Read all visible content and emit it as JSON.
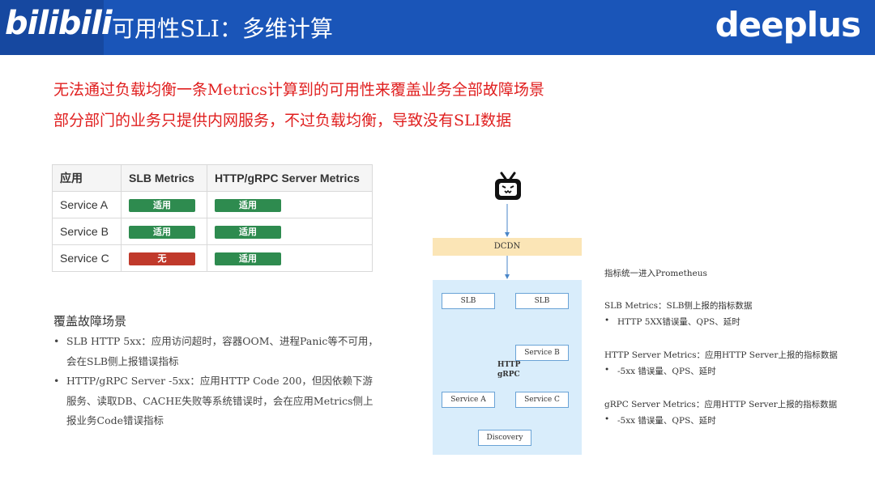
{
  "header": {
    "logo": "bilibili",
    "title": "可用性SLI：多维计算",
    "brand": "deeplus",
    "background_color": "#1a55b8"
  },
  "intro": [
    "无法通过负载均衡一条Metrics计算到的可用性来覆盖业务全部故障场景",
    "部分部门的业务只提供内网服务，不过负载均衡，导致没有SLI数据"
  ],
  "table": {
    "headers": [
      "应用",
      "SLB Metrics",
      "HTTP/gRPC Server Metrics"
    ],
    "rows": [
      {
        "name": "Service A",
        "slb": "适用",
        "slb_status": "green",
        "server": "适用",
        "server_status": "green"
      },
      {
        "name": "Service B",
        "slb": "适用",
        "slb_status": "green",
        "server": "适用",
        "server_status": "green"
      },
      {
        "name": "Service C",
        "slb": "无",
        "slb_status": "red",
        "server": "适用",
        "server_status": "green"
      }
    ]
  },
  "coverage": {
    "title": "覆盖故障场景",
    "items": [
      "SLB HTTP 5xx：应用访问超时，容器OOM、进程Panic等不可用，会在SLB侧上报错误指标",
      "HTTP/gRPC Server -5xx：应用HTTP Code 200，但因依赖下游服务、读取DB、CACHE失败等系统错误时，会在应用Metrics侧上报业务Code错误指标"
    ]
  },
  "diagram": {
    "icon": "bilibili-tv-icon",
    "dcdn": "DCDN",
    "slb1": "SLB",
    "slb2": "SLB",
    "service_b": "Service B",
    "service_a": "Service A",
    "service_c": "Service C",
    "discovery": "Discovery",
    "protocol_1": "HTTP",
    "protocol_2": "gRPC"
  },
  "right": {
    "heading": "指标统一进入Prometheus",
    "slb_title": "SLB Metrics：SLB侧上报的指标数据",
    "slb_bullet": "HTTP 5XX错误量、QPS、延时",
    "http_title": "HTTP Server Metrics：应用HTTP Server上报的指标数据",
    "http_bullet": "-5xx 错误量、QPS、延时",
    "grpc_title": "gRPC Server Metrics：应用HTTP Server上报的指标数据",
    "grpc_bullet": "-5xx 错误量、QPS、延时"
  }
}
